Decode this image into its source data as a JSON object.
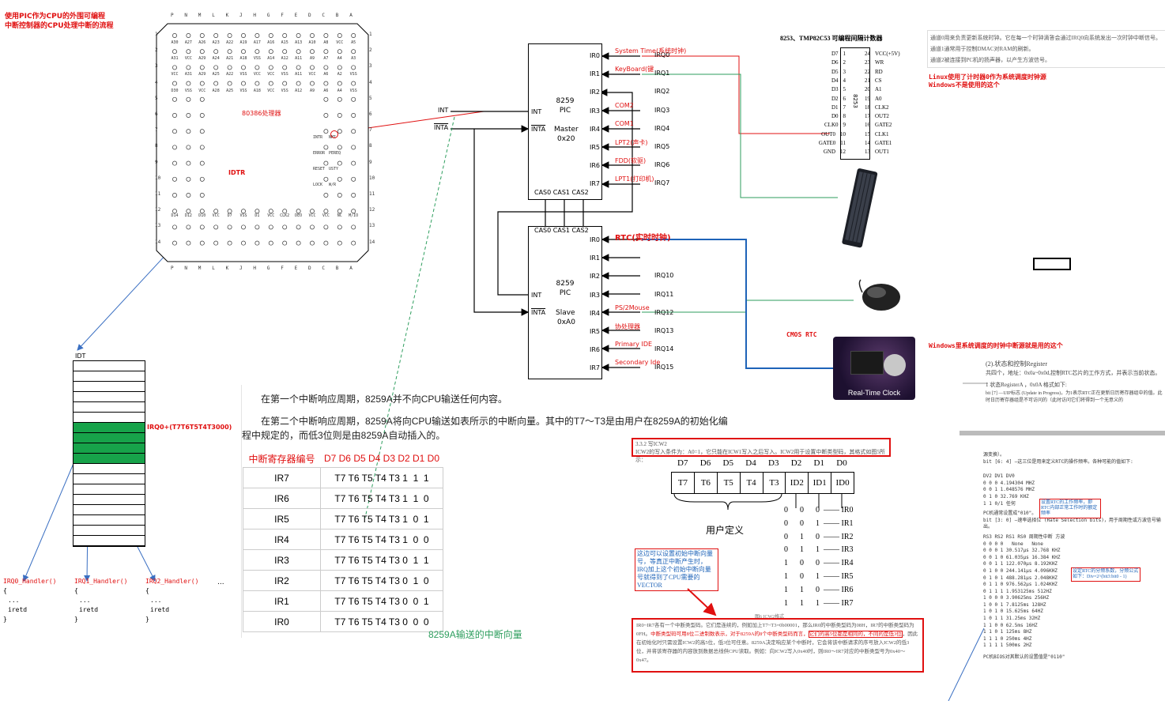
{
  "top_left_note": {
    "line1": "使用PIC作为CPU的外围可编程",
    "line2": "中断控制器的CPU处理中断的流程"
  },
  "cpu": {
    "col_letters": [
      "P",
      "N",
      "M",
      "L",
      "K",
      "J",
      "H",
      "G",
      "F",
      "E",
      "D",
      "C",
      "B",
      "A"
    ],
    "row_numbers": [
      "1",
      "2",
      "3",
      "4",
      "5",
      "6",
      "7",
      "8",
      "9",
      "10",
      "11",
      "12",
      "13",
      "14"
    ],
    "row1": [
      "A30",
      "A27",
      "A26",
      "A23",
      "A22",
      "A19",
      "A17",
      "A16",
      "A15",
      "A13",
      "A10",
      "A8",
      "VCC",
      "A5"
    ],
    "row2": [
      "A31",
      "VCC",
      "A29",
      "A24",
      "A21",
      "A18",
      "VSS",
      "A14",
      "A12",
      "A11",
      "A9",
      "A7",
      "A4",
      "A3"
    ],
    "row3": [
      "VCC",
      "A31",
      "A29",
      "A25",
      "A22",
      "VSS",
      "VCC",
      "VCC",
      "VSS",
      "A11",
      "VCC",
      "A6",
      "A2",
      "VSS"
    ],
    "row4": [
      "D30",
      "VSS",
      "VCC",
      "A28",
      "A25",
      "VSS",
      "A18",
      "VCC",
      "VSS",
      "A12",
      "A9",
      "A6",
      "A4",
      "VSS"
    ],
    "label": "80386处理器",
    "idtr_label": "IDTR",
    "right_pins": [
      "INTR",
      "NMI",
      "ERROR",
      "PEREQ",
      "RESET",
      "USTY",
      "LOCK",
      "W/R"
    ],
    "bottom_pins": [
      "D14",
      "D12",
      "D10",
      "VCC",
      "D7",
      "VSS",
      "D1",
      "VCC",
      "CLK2",
      "DEO",
      "VCC",
      "VCC",
      "NC",
      "M/IO"
    ]
  },
  "idt": {
    "label": "IDT",
    "irq_label": "IRQ0+(T7T6T5T4T3000)"
  },
  "handlers": [
    {
      "name": "IRQ0_Handler()",
      "lines": [
        "{",
        "...",
        "iretd",
        "}"
      ]
    },
    {
      "name": "IRQ1_Handler()",
      "lines": [
        "{",
        "...",
        "iretd",
        "}"
      ]
    },
    {
      "name": "IRQ2_Handler()",
      "lines": [
        "{",
        "...",
        "iretd",
        "}"
      ]
    }
  ],
  "handlers_more": "...",
  "pic_master": {
    "title1": "8259",
    "title2": "PIC",
    "role": "Master",
    "addr": "0x20",
    "int": "INT",
    "inta": "INTA",
    "cas": "CAS0 CAS1 CAS2",
    "ir_pins": [
      "IR0",
      "IR1",
      "IR2",
      "IR3",
      "IR4",
      "IR5",
      "IR6",
      "IR7"
    ],
    "irq_labels": [
      "IRQ0",
      "IRQ1",
      "IRQ2",
      "IRQ3",
      "IRQ4",
      "IRQ5",
      "IRQ6",
      "IRQ7"
    ],
    "devices": [
      "System Time(系统时钟)",
      "KeyBoard(键",
      "",
      "COM2",
      "COM1",
      "LPT2(声卡)",
      "FDD(软驱)",
      "LPT1(打印机)"
    ]
  },
  "pic_slave": {
    "title1": "8259",
    "title2": "PIC",
    "role": "Slave",
    "addr": "0xA0",
    "int": "INT",
    "inta": "INTA",
    "cas": "CAS0 CAS1 CAS2",
    "ir_pins": [
      "IR0",
      "IR1",
      "IR2",
      "IR3",
      "IR4",
      "IR5",
      "IR6",
      "IR7"
    ],
    "irq_labels": [
      "",
      "",
      "IRQ10",
      "IRQ11",
      "IRQ12",
      "IRQ13",
      "IRQ14",
      "IRQ15"
    ],
    "devices": [
      "RTC(实时时钟)",
      "",
      "",
      "",
      "PS/2Mouse",
      "协处理器",
      "Primary IDE",
      "Secondary Ide"
    ]
  },
  "cpu_int_label": "INT",
  "cpu_inta_label": "INTA",
  "timer_chip": {
    "title": "8253、TMP82C53  可编程间隔计数器",
    "chip_name": "8253",
    "left_pins": [
      {
        "n": "1",
        "name": "D7"
      },
      {
        "n": "2",
        "name": "D6"
      },
      {
        "n": "3",
        "name": "D5"
      },
      {
        "n": "4",
        "name": "D4"
      },
      {
        "n": "5",
        "name": "D3"
      },
      {
        "n": "6",
        "name": "D2"
      },
      {
        "n": "7",
        "name": "D1"
      },
      {
        "n": "8",
        "name": "D0"
      },
      {
        "n": "9",
        "name": "CLK0"
      },
      {
        "n": "10",
        "name": "OUT0"
      },
      {
        "n": "11",
        "name": "GATE0"
      },
      {
        "n": "12",
        "name": "GND"
      }
    ],
    "right_pins": [
      {
        "n": "24",
        "name": "VCC(+5V)"
      },
      {
        "n": "23",
        "name": "WR"
      },
      {
        "n": "22",
        "name": "RD"
      },
      {
        "n": "21",
        "name": "CS"
      },
      {
        "n": "20",
        "name": "A1"
      },
      {
        "n": "19",
        "name": "A0"
      },
      {
        "n": "18",
        "name": "CLK2"
      },
      {
        "n": "17",
        "name": "OUT2"
      },
      {
        "n": "16",
        "name": "GATE2"
      },
      {
        "n": "15",
        "name": "CLK1"
      },
      {
        "n": "14",
        "name": "GATE1"
      },
      {
        "n": "13",
        "name": "OUT1"
      }
    ]
  },
  "timer_note": {
    "line1": "通道0用来负责更新系统时钟。它在每一个时钟滴答会通过IRQ0向系统发出一次时钟中断信号。",
    "line2": "通道1通常用于控制DMAC对RAM的刷新。",
    "line3": "通道2被连接到PC机的扬声器，以产生方波信号。"
  },
  "linux_note": {
    "line1": "Linux使用了计时器0作为系统调度时钟源",
    "line2": "Windows不是使用的这个"
  },
  "cmos_label": "CMOS RTC",
  "rtc_image_label": "Real-Time Clock",
  "windows_note": "Windows里系统调度的时钟中断源就是用的这个",
  "text_block": {
    "para1": "在第一个中断响应周期，8259A并不向CPU输送任何内容。",
    "para2a": "在第二个中断响应周期，8259A将向CPU输送如表所示的中断向量。其中的T7～T3是由用户在8259A的初始化编",
    "para2b": "程中规定的，而低3位则是由8259A自动插入的。"
  },
  "vector_table": {
    "headers": [
      "中断寄存器编号",
      "D7 D6 D5 D4 D3 D2 D1 D0"
    ],
    "rows": [
      [
        "IR7",
        "T7 T6 T5 T4 T3 1  1  1"
      ],
      [
        "IR6",
        "T7 T6 T5 T4 T3 1  1  0"
      ],
      [
        "IR5",
        "T7 T6 T5 T4 T3 1  0  1"
      ],
      [
        "IR4",
        "T7 T6 T5 T4 T3 1  0  0"
      ],
      [
        "IR3",
        "T7 T6 T5 T4 T3 0  1  1"
      ],
      [
        "IR2",
        "T7 T6 T5 T4 T3 0  1  0"
      ],
      [
        "IR1",
        "T7 T6 T5 T4 T3 0  0  1"
      ],
      [
        "IR0",
        "T7 T6 T5 T4 T3 0  0  0"
      ]
    ],
    "caption": "8259A输送的中断向量"
  },
  "icw2": {
    "heading": "3.3.2  写ICW2",
    "desc": "ICW2的写入条件为：A0=1，它只能在ICW1写入之后写入。ICW2用于设置中断类型码，其格式如图5所示：",
    "bits_top": [
      "D7",
      "D6",
      "D5",
      "D4",
      "D3",
      "D2",
      "D1",
      "D0"
    ],
    "bits_cells": [
      "T7",
      "T6",
      "T5",
      "T4",
      "T3",
      "ID2",
      "ID1",
      "ID0"
    ],
    "user_defined": "用户定义",
    "id_rows": [
      {
        "b": "0 0 0",
        "ir": "IR0"
      },
      {
        "b": "0 0 1",
        "ir": "IR1"
      },
      {
        "b": "0 1 0",
        "ir": "IR2"
      },
      {
        "b": "0 1 1",
        "ir": "IR3"
      },
      {
        "b": "1 0 0",
        "ir": "IR4"
      },
      {
        "b": "1 0 1",
        "ir": "IR5"
      },
      {
        "b": "1 1 0",
        "ir": "IR6"
      },
      {
        "b": "1 1 1",
        "ir": "IR7"
      }
    ],
    "blue_note": "这边可以设置初始中断向量号，等真正中断产生时，IRQ加上这个初始中断向量号就得到了CPU需要的VECTOR",
    "fig_caption": "图6  ICW2格式",
    "body1": "IR0~IR7各有一个中断类型码。它们是连续的，例如加上T7~T3=0b00001，那么IR0的中断类型码为08H，IR7的中断类型码为0FH。",
    "body_red": "中断类型码可用8位二进制数表示，对于8259A的8个中断类型码而言，",
    "body_red_box": "它们的高5位都是相同的，不同的是低3位",
    "body2": "，因此在初始化时只需设置ICW2的高5位，低3位可任意。8259A决定响应某个中断时，它会将该中断请求的序号放入ICW2的低3位，并将该寄存器的内容放到数据总线供CPU读取。例如：向ICW2写入0x40时，则IR0～IR7对应的中断类型号为0x40～0x47。"
  },
  "rtc_reg": {
    "heading": "(2).状态和控制Register",
    "line1": "共四个，地址：0x0a~0x0d,控制RTC芯片的工作方式，并表示当前状态。",
    "line2": "1 状态RegisterA ，0x0A 格式如下:",
    "line3": "bit [7] —UIP标志 (Update in Progress)，为1表示RTC正在更新日历寄存器组中的值。此时日历寄存器组是不可访问的（此时访问它们将得到一个无意义的"
  },
  "rtc_rate": {
    "line0": "源变换）。",
    "line1": "bit [6: 4] —这三位是用来定义RTC的操作频率。各种可能的值如下:",
    "dv_head": "DV2 DV1 DV0",
    "dv_rows": [
      "0 0 0 4.194304 MHZ",
      "0 0 1 1.048576 MHZ",
      "0 1 0 32.769 KHZ",
      "1 1 0/1 任何"
    ],
    "note_freq": "设置RTC的工作频率，即RTC内部正常工作时的额定频率",
    "line_default": "PC机通常设置成\"010\"。",
    "line2": "bit [3: 0] —速率选择位 (Rate Selection bits)，用于周期性或方波信号输出。",
    "rs_head": "RS3 RS2 RS1 RS0  周期性中断  方波",
    "rs_rows": [
      "0 0 0 0   None   None",
      "0 0 0 1 30.517μs 32.768 KHZ",
      "0 0 1 0 61.035μs 16.384 KHZ",
      "0 0 1 1 122.070μs 8.192KHZ",
      "0 1 0 0 244.141μs 4.096KHZ",
      "0 1 0 1 488.281μs 2.048KHZ",
      "0 1 1 0 976.562μs 1.024KHZ",
      "0 1 1 1 1.953125ms 512HZ",
      "1 0 0 0 3.90625ms 256HZ",
      "1 0 0 1 7.8125ms 128HZ",
      "1 0 1 0 15.625ms 64HZ",
      "1 0 1 1 31.25ms 32HZ",
      "1 1 0 0 62.5ms 16HZ",
      "1 1 0 1 125ms 8HZ",
      "1 1 1 0 250ms 4HZ",
      "1 1 1 1 500ms 2HZ"
    ],
    "note_div": "设定RTC的分频系数，分频公式如下：Div=2^(bit3:bit0 - 1)",
    "footer": "PC机BIOS对其默认的设置值是\"0110\""
  },
  "colors": {
    "red": "#e01010",
    "green": "#2e9e5e",
    "blue": "#1e63b8",
    "idt_green": "#17a34a"
  }
}
